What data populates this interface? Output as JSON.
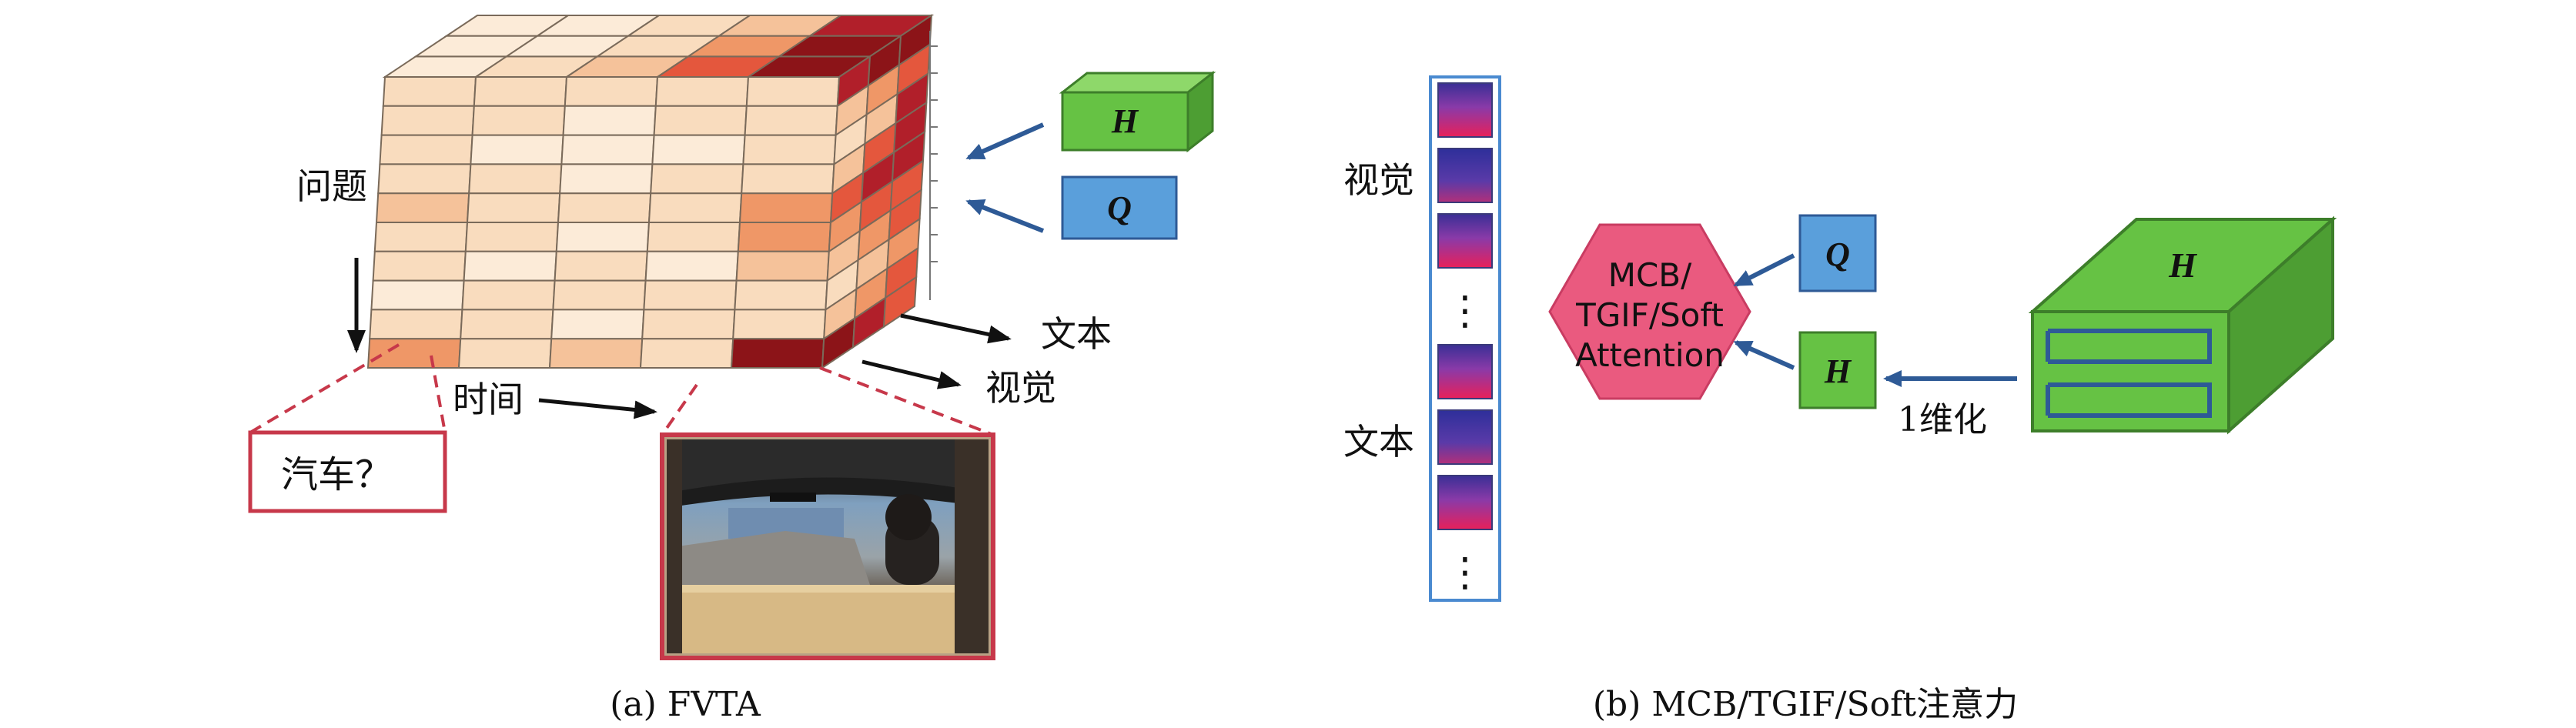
{
  "colors": {
    "palest": "#fcebd8",
    "pale": "#f9dcbe",
    "light": "#f5c29a",
    "mid": "#ef9767",
    "strong": "#e4573d",
    "deep": "#b11f2a",
    "darkest": "#8c1418",
    "green": "#66c244",
    "green_top": "#8ed86a",
    "green_side": "#4d9e33",
    "blue_box": "#5a9fdb",
    "blue_arrow": "#2e5a96",
    "hexagon": "#ea5a7f",
    "callout_red": "#c7384a",
    "column_border": "#4a8ad0"
  },
  "panel_a": {
    "axis_question": "问题",
    "axis_time": "时间",
    "axis_text": "文本",
    "axis_visual": "视觉",
    "callout_car": "汽车？",
    "box_h": "H",
    "box_q": "Q",
    "caption": "(a) FVTA"
  },
  "panel_b": {
    "label_visual": "视觉",
    "label_text": "文本",
    "hexagon_lines": [
      "MCB/",
      "TGIF/Soft",
      "Attention"
    ],
    "box_q": "Q",
    "box_h": "H",
    "big_box_h": "H",
    "flatten_label": "1维化",
    "ellipsis": "⋮",
    "column_cells": [
      "vis",
      "vis",
      "vis",
      "dots",
      "txt",
      "txt",
      "txt",
      "dots"
    ],
    "caption": "(b) MCB/TGIF/Soft注意力"
  }
}
